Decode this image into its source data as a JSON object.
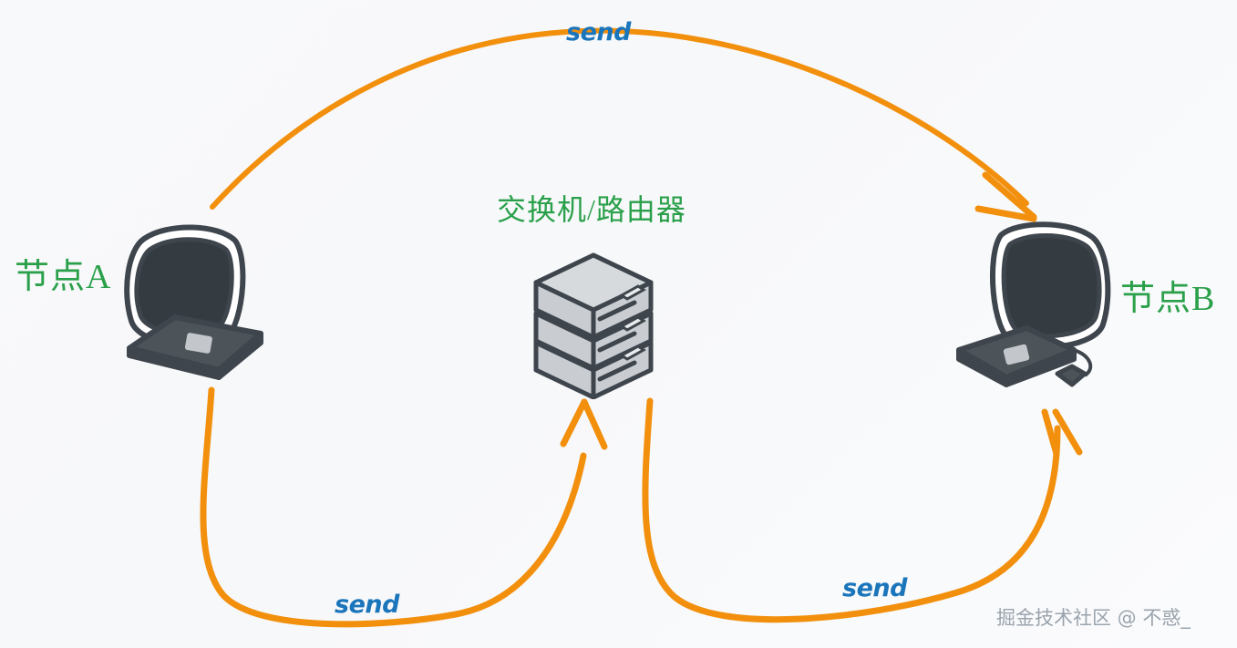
{
  "diagram": {
    "title_visible": false,
    "background_color": "#f7f8fa",
    "accent_orange": "#f29010",
    "accent_blue": "#1b75bb",
    "accent_green": "#2aa04a",
    "device_grey": "#c9cdd2",
    "device_outline": "#3e454c"
  },
  "nodes": {
    "left": {
      "label": "节点A",
      "icon": "desktop-computer-icon"
    },
    "center": {
      "label": "交换机/路由器",
      "icon": "server-stack-icon"
    },
    "right": {
      "label": "节点B",
      "icon": "desktop-computer-icon"
    }
  },
  "edges": [
    {
      "id": "direct",
      "label": "send",
      "from": "节点A",
      "to": "节点B",
      "style": "arc-over-top",
      "color": "#f29010"
    },
    {
      "id": "via-switch-in",
      "label": "send",
      "from": "节点A",
      "to": "交换机/路由器",
      "style": "curve-under-left",
      "color": "#f29010"
    },
    {
      "id": "via-switch-out",
      "label": "send",
      "from": "交换机/路由器",
      "to": "节点B",
      "style": "curve-under-right",
      "color": "#f29010"
    }
  ],
  "watermark": {
    "text": "掘金技术社区 @ 不惑_"
  }
}
